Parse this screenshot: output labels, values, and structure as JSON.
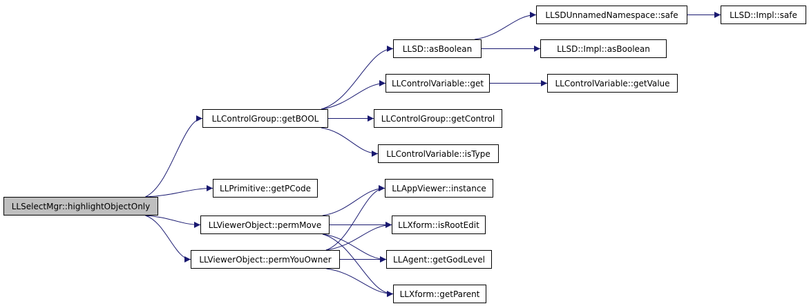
{
  "diagram": {
    "type": "call-graph",
    "edge_color": "#191970",
    "root_fill": "#bfbfbf",
    "nodes": {
      "root": "LLSelectMgr::highlightObjectOnly",
      "control_group_getbool": "LLControlGroup::getBOOL",
      "primitive_getpcode": "LLPrimitive::getPCode",
      "viewer_object_permmove": "LLViewerObject::permMove",
      "viewer_object_permyouowner": "LLViewerObject::permYouOwner",
      "llsd_asboolean": "LLSD::asBoolean",
      "control_variable_get": "LLControlVariable::get",
      "control_group_getcontrol": "LLControlGroup::getControl",
      "control_variable_istype": "LLControlVariable::isType",
      "appviewer_instance": "LLAppViewer::instance",
      "xform_isrootedit": "LLXform::isRootEdit",
      "agent_getgodlevel": "LLAgent::getGodLevel",
      "xform_getparent": "LLXform::getParent",
      "unnamed_namespace_safe": "LLSDUnnamedNamespace::safe",
      "impl_asboolean": "LLSD::Impl::asBoolean",
      "control_variable_getvalue": "LLControlVariable::getValue",
      "impl_safe": "LLSD::Impl::safe"
    },
    "edges": [
      [
        "root",
        "control_group_getbool"
      ],
      [
        "root",
        "primitive_getpcode"
      ],
      [
        "root",
        "viewer_object_permmove"
      ],
      [
        "root",
        "viewer_object_permyouowner"
      ],
      [
        "control_group_getbool",
        "llsd_asboolean"
      ],
      [
        "control_group_getbool",
        "control_variable_get"
      ],
      [
        "control_group_getbool",
        "control_group_getcontrol"
      ],
      [
        "control_group_getbool",
        "control_variable_istype"
      ],
      [
        "llsd_asboolean",
        "unnamed_namespace_safe"
      ],
      [
        "llsd_asboolean",
        "impl_asboolean"
      ],
      [
        "unnamed_namespace_safe",
        "impl_safe"
      ],
      [
        "control_variable_get",
        "control_variable_getvalue"
      ],
      [
        "viewer_object_permmove",
        "appviewer_instance"
      ],
      [
        "viewer_object_permmove",
        "xform_isrootedit"
      ],
      [
        "viewer_object_permmove",
        "agent_getgodlevel"
      ],
      [
        "viewer_object_permmove",
        "xform_getparent"
      ],
      [
        "viewer_object_permyouowner",
        "appviewer_instance"
      ],
      [
        "viewer_object_permyouowner",
        "xform_isrootedit"
      ],
      [
        "viewer_object_permyouowner",
        "agent_getgodlevel"
      ],
      [
        "viewer_object_permyouowner",
        "xform_getparent"
      ]
    ]
  }
}
